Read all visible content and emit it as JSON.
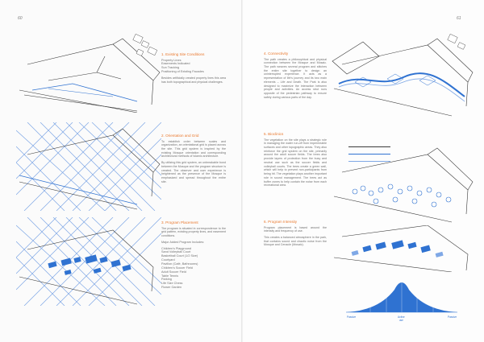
{
  "page_numbers": {
    "left": "60",
    "right": "61"
  },
  "left_page": {
    "sections": [
      {
        "heading": "1. Existing Site Conditions",
        "lines": [
          "Property Lines",
          "Easements Indicated",
          "Sun Tracking",
          "Positioning of Existing Facades"
        ],
        "paragraph": "Besides artificially created property lines this area has both topographical and physical challenges."
      },
      {
        "heading": "2. Orientation and Grid",
        "paragraph": "To establish order between scales and organization, an orientational grid is placed across the site. This grid system is inspired by the existing Mosque orientation and corresponding architectural methods of Islamic architecture.",
        "paragraph2": "By utilizing this grid system, an unbreakable bond between the Mosque and the program structure is created. The observer and user experience is heightened as the presence of the Mosque is emphasized and spread throughout the entire site."
      },
      {
        "heading": "3. Program Placement",
        "paragraph": "The program is situated in correspondence to the grid pattern, existing property lines, and easement conditions.",
        "subheading": "Major Added Program Includes:",
        "lines": [
          "Children's Playground",
          "Sand Volleyball Court",
          "Basketball Court (1/2 Size)",
          "Courtyard",
          "Pavilion (Café, Bathrooms)",
          "Children's Soccer Field",
          "Adult Soccer Field",
          "Table Tennis",
          "Parking",
          "Life Size Chess",
          "Flower Garden"
        ]
      }
    ]
  },
  "right_page": {
    "sections": [
      {
        "heading": "4. Connectivity",
        "paragraph": "The path creates a philosophical and physical connection between the Mosque and Mosaic. The path weaves several program and stitches the entire site together to design an uninterrupted experience. It acts as a representation of life's journey and its two main elements – Life and Death. The Park is also designed to maximize the interaction between people and activities. An access strut runs opposite of the pedestrian pathway to ensure safety during various parts of the day."
      },
      {
        "heading": "5. Bioclinics",
        "paragraph": "The vegetation on the site plays a strategic role in managing the water run-off from impermeable surfaces and other topographic areas. They also reinforce the grid system on the site, primarily around the adult soccer fields. The trees also provide layers of protection from the busy and neutral use such as the soccer fields and volleyball courts. The trees create a green wall, which will help to prevent non-participants from being hit. The vegetation plays another important role in sound management. The trees act as buffer zones to help contain the noise from each recreational area."
      },
      {
        "heading": "6. Program Intensity",
        "paragraph": "Program placement is based around the intensity and frequency of use.",
        "paragraph2": "This creates a balanced atmosphere in the park, that contains sound and chaotic noise from the Mosque and Cenacle (Mosaic)."
      }
    ],
    "intensity_labels": {
      "left": "Passive",
      "center": "Active\nuse",
      "right": "Passive"
    }
  },
  "colors": {
    "accent": "#e9782d",
    "blue": "#2f72d1",
    "hatch": "#7fa8e6",
    "ink": "#3a3a3a"
  }
}
